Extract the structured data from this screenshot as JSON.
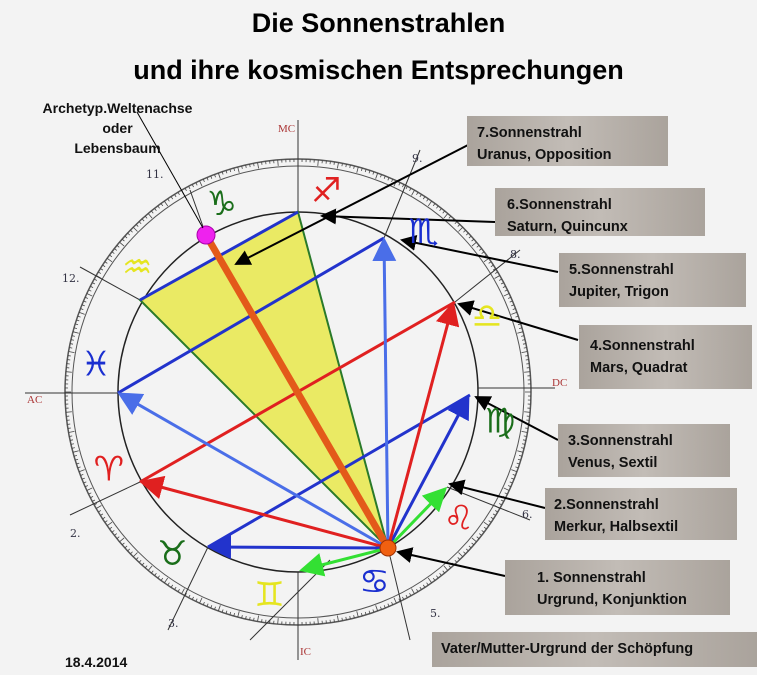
{
  "title": {
    "line1": "Die Sonnenstrahlen",
    "line2": "und ihre kosmischen Entsprechungen"
  },
  "archetype_label": {
    "line1": "Archetyp.Weltenachse",
    "line2": "oder",
    "line3": "Lebensbaum"
  },
  "date": "18.4.2014",
  "axes": {
    "mc": "MC",
    "ic": "IC",
    "ac": "AC",
    "dc": "DC"
  },
  "houses": [
    "11.",
    "12.",
    "2.",
    "3.",
    "5.",
    "6.",
    "8.",
    "9."
  ],
  "rays": [
    {
      "title": "7.Sonnenstrahl",
      "sub": "Uranus, Opposition"
    },
    {
      "title": "6.Sonnenstrahl",
      "sub": "Saturn, Quincunx"
    },
    {
      "title": "5.Sonnenstrahl",
      "sub": "Jupiter, Trigon"
    },
    {
      "title": "4.Sonnenstrahl",
      "sub": "Mars, Quadrat"
    },
    {
      "title": "3.Sonnenstrahl",
      "sub": "Venus, Sextil"
    },
    {
      "title": "2.Sonnenstrahl",
      "sub": "Merkur, Halbsextil"
    },
    {
      "title": "1.  Sonnenstrahl",
      "sub": "Urgrund, Konjunktion"
    }
  ],
  "origin_label": "Vater/Mutter-Urgrund der Schöpfung",
  "zodiac": [
    {
      "icon": "capricorn-icon",
      "glyph": "♑",
      "color": "#1a6e1a"
    },
    {
      "icon": "aquarius-icon",
      "glyph": "♒",
      "color": "#e5e520"
    },
    {
      "icon": "pisces-icon",
      "glyph": "♓",
      "color": "#1a2fd0"
    },
    {
      "icon": "aries-icon",
      "glyph": "♈",
      "color": "#e02020"
    },
    {
      "icon": "taurus-icon",
      "glyph": "♉",
      "color": "#1a6e1a"
    },
    {
      "icon": "gemini-icon",
      "glyph": "♊",
      "color": "#e5e520"
    },
    {
      "icon": "cancer-icon",
      "glyph": "♋",
      "color": "#1a2fd0"
    },
    {
      "icon": "leo-icon",
      "glyph": "♌",
      "color": "#e02020"
    },
    {
      "icon": "virgo-icon",
      "glyph": "♍",
      "color": "#1a6e1a"
    },
    {
      "icon": "libra-icon",
      "glyph": "♎",
      "color": "#e5e520"
    },
    {
      "icon": "scorpio-icon",
      "glyph": "♏",
      "color": "#1a2fd0"
    },
    {
      "icon": "sagittarius-icon",
      "glyph": "♐",
      "color": "#e02020"
    }
  ]
}
